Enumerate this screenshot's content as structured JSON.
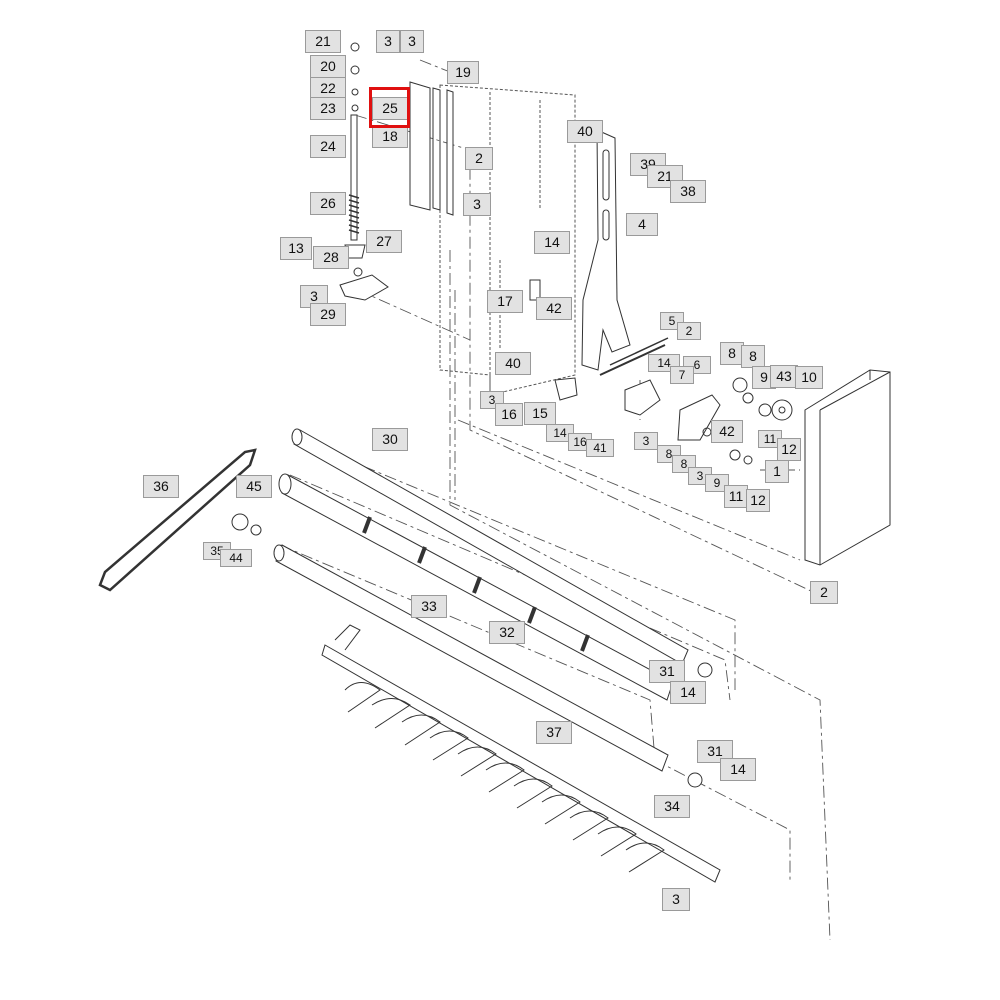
{
  "highlight_color": "#e01010",
  "callout_fill": "#e2e2e2",
  "line_color": "#333333",
  "highlighted_callout": "25",
  "callouts": {
    "c21a": "21",
    "c3a": "3",
    "c3b": "3",
    "c20": "20",
    "c19": "19",
    "c22": "22",
    "c23": "23",
    "c25": "25",
    "c18": "18",
    "c24": "24",
    "c2a": "2",
    "c40a": "40",
    "c39": "39",
    "c21b": "21",
    "c38": "38",
    "c26": "26",
    "c3c": "3",
    "c4": "4",
    "c13": "13",
    "c27": "27",
    "c14a": "14",
    "c28": "28",
    "c3d": "3",
    "c17": "17",
    "c42a": "42",
    "c29": "29",
    "c5": "5",
    "c2b": "2",
    "c14b": "14",
    "c6": "6",
    "c8a": "8",
    "c8b": "8",
    "c9a": "9",
    "c43": "43",
    "c10": "10",
    "c40b": "40",
    "c7": "7",
    "c3e": "3",
    "c16a": "16",
    "c15": "15",
    "c14c": "14",
    "c16b": "16",
    "c41": "41",
    "c3f": "3",
    "c42b": "42",
    "c11a": "11",
    "c12a": "12",
    "c8c": "8",
    "c8d": "8",
    "c3g": "3",
    "c9b": "9",
    "c11b": "11",
    "c12b": "12",
    "c1": "1",
    "c30": "30",
    "c36": "36",
    "c45": "45",
    "c35": "35",
    "c44": "44",
    "c2c": "2",
    "c33": "33",
    "c32": "32",
    "c31a": "31",
    "c14d": "14",
    "c37": "37",
    "c31b": "31",
    "c14e": "14",
    "c34": "34",
    "c3h": "3"
  }
}
